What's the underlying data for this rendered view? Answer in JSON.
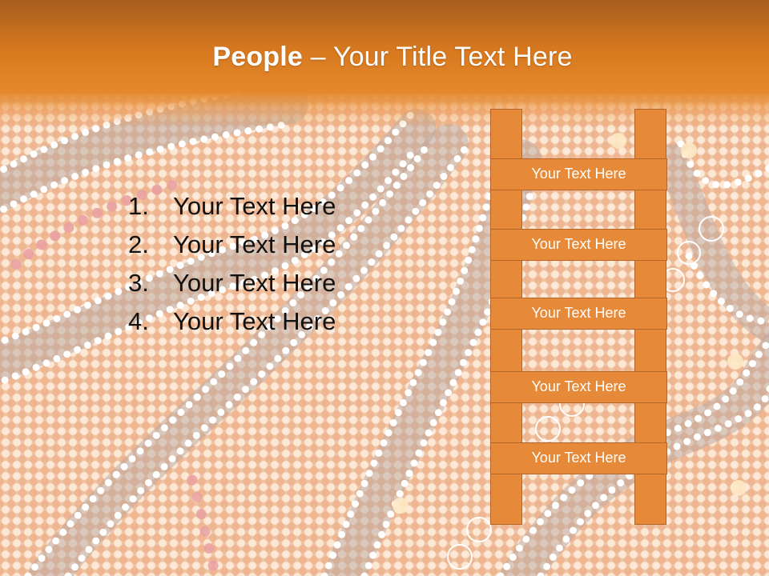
{
  "slide": {
    "title_bold": "People",
    "title_rest": " – Your Title Text Here",
    "list": [
      {
        "num": "1.",
        "text": "Your Text Here"
      },
      {
        "num": "2.",
        "text": "Your Text Here"
      },
      {
        "num": "3.",
        "text": "Your Text Here"
      },
      {
        "num": "4.",
        "text": "Your Text Here"
      }
    ],
    "ladder_rungs": [
      "Your Text Here",
      "Your Text Here",
      "Your Text Here",
      "Your Text Here",
      "Your Text Here"
    ]
  },
  "colors": {
    "header": "#d8791f",
    "ladder_fill": "#e68a3a",
    "ladder_stroke": "#b5652a",
    "background": "#efc4a4"
  }
}
